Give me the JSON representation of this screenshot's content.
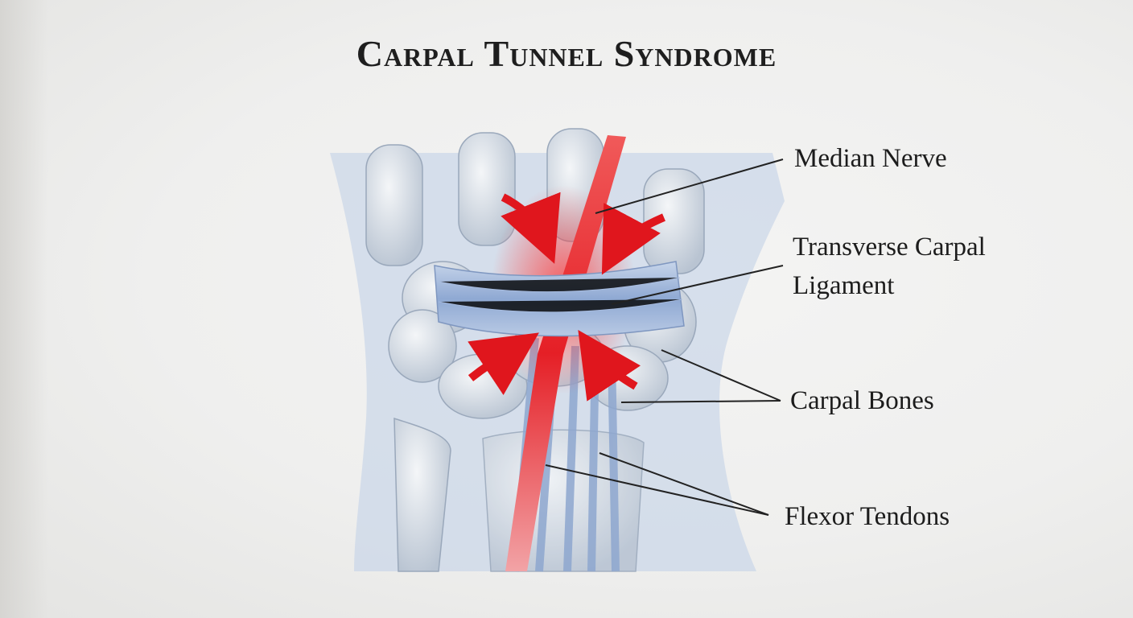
{
  "title": "Carpal Tunnel Syndrome",
  "labels": {
    "median_nerve": "Median Nerve",
    "ligament_line1": "Transverse Carpal",
    "ligament_line2": "Ligament",
    "carpal_bones": "Carpal Bones",
    "flexor_tendons": "Flexor Tendons"
  },
  "colors": {
    "nerve": "#e8262b",
    "ligament": "#9fb7da",
    "bone": "#dfe4ea",
    "text": "#1c1c1c"
  }
}
